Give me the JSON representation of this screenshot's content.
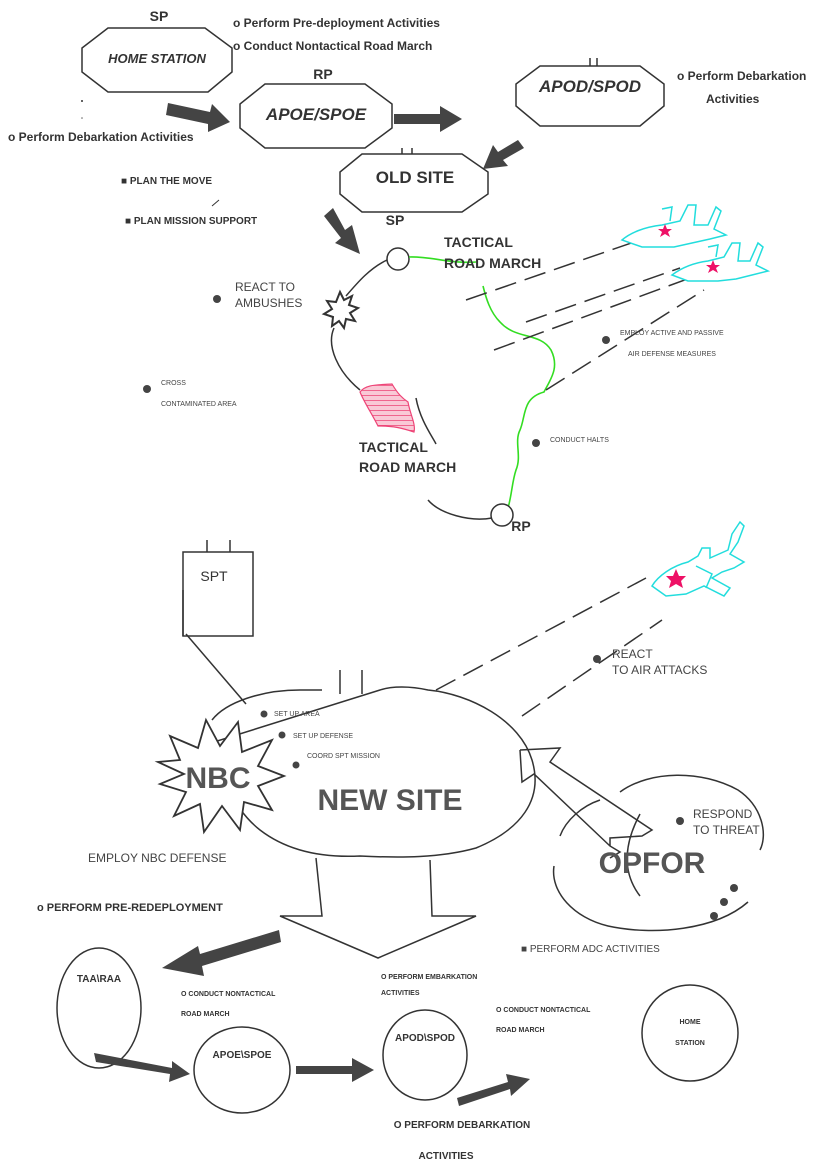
{
  "colors": {
    "ink": "#333333",
    "route": "#33dd22",
    "aircraft": "#22dddd",
    "star": "#ee1166",
    "hazard": "#ee4477"
  },
  "labels": {
    "sp_top": "SP",
    "home_station": "HOME STATION",
    "perform_predeployment": "o Perform Pre-deployment Activities",
    "conduct_nontactical_top": "o Conduct Nontactical Road March",
    "rp_top": "RP",
    "apoe_spoe_top": "APOE/SPOE",
    "apod_spod_top": "APOD/SPOD",
    "perform_debarkation_right_1": "o Perform Debarkation",
    "perform_debarkation_right_2": "Activities",
    "perform_debarkation_left": "o Perform Debarkation Activities",
    "plan_the_move": "■ PLAN THE MOVE",
    "plan_mission_support": "■ PLAN MISSION SUPPORT",
    "old_site": "OLD SITE",
    "sp_route": "SP",
    "tactical_road_march_1a": "TACTICAL",
    "tactical_road_march_1b": "ROAD MARCH",
    "react_to_ambushes_1": "REACT TO",
    "react_to_ambushes_2": "AMBUSHES",
    "employ_air_defense_1": "EMPLOY ACTIVE AND PASSIVE",
    "employ_air_defense_2": "AIR DEFENSE MEASURES",
    "cross_contaminated_1": "CROSS",
    "cross_contaminated_2": "CONTAMINATED AREA",
    "tactical_road_march_2a": "TACTICAL",
    "tactical_road_march_2b": "ROAD MARCH",
    "conduct_halts": "CONDUCT HALTS",
    "rp_route": "RP",
    "spt": "SPT",
    "react_air_attacks_1": "REACT",
    "react_air_attacks_2": "TO AIR ATTACKS",
    "set_up_area": "SET UP AREA",
    "set_up_defense": "SET UP DEFENSE",
    "coord_spt_mission": "COORD SPT MISSION",
    "nbc": "NBC",
    "new_site": "NEW SITE",
    "respond_threat_1": "RESPOND",
    "respond_threat_2": "TO THREAT",
    "opfor": "OPFOR",
    "employ_nbc_defense": "EMPLOY NBC DEFENSE",
    "perform_pre_redeployment": "o PERFORM  PRE-REDEPLOYMENT",
    "perform_adc": "■ PERFORM ADC ACTIVITIES",
    "taa_raa": "TAA\\RAA",
    "conduct_nontactical_bottom_1a": "O CONDUCT NONTACTICAL",
    "conduct_nontactical_bottom_1b": "ROAD MARCH",
    "perform_embarkation_1": "O PERFORM EMBARKATION",
    "perform_embarkation_2": "ACTIVITIES",
    "conduct_nontactical_bottom_2a": "O CONDUCT NONTACTICAL",
    "conduct_nontactical_bottom_2b": "ROAD MARCH",
    "home_station_bottom_1": "HOME",
    "home_station_bottom_2": "STATION",
    "apoe_spoe_bottom": "APOE\\SPOE",
    "apod_spod_bottom": "APOD\\SPOD",
    "perform_debarkation_bottom_1": "O PERFORM  DEBARKATION",
    "perform_debarkation_bottom_2": "ACTIVITIES"
  },
  "icons": [
    "block-arrow",
    "aircraft-icon",
    "star-icon",
    "explosion-burst",
    "hazard-area"
  ]
}
